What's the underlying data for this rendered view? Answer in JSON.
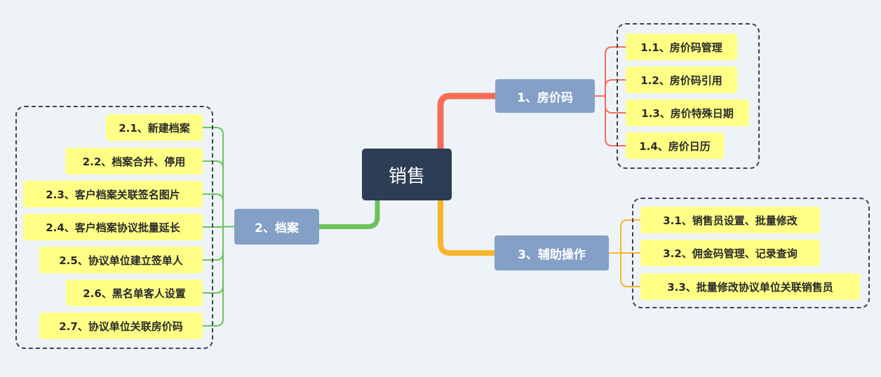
{
  "root": {
    "label": "销售"
  },
  "branches": [
    {
      "label": "1、房价码",
      "color": "#f56d58",
      "children": [
        "1.1、房价码管理",
        "1.2、房价码引用",
        "1.3、房价特殊日期",
        "1.4、房价日历"
      ]
    },
    {
      "label": "2、档案",
      "color": "#6cc25a",
      "children": [
        "2.1、新建档案",
        "2.2、档案合并、停用",
        "2.3、客户档案关联签名图片",
        "2.4、客户档案协议批量延长",
        "2.5、协议单位建立签单人",
        "2.6、黑名单客人设置",
        "2.7、协议单位关联房价码"
      ]
    },
    {
      "label": "3、辅助操作",
      "color": "#f7b52b",
      "children": [
        "3.1、销售员设置、批量修改",
        "3.2、佣金码管理、记录查询",
        "3.3、批量修改协议单位关联销售员"
      ]
    }
  ],
  "style": {
    "root_fill": "#2c3e55",
    "branch_fill": "#84a0c6",
    "leaf_fill": "#ffff86",
    "group_border": "#3c4353"
  }
}
